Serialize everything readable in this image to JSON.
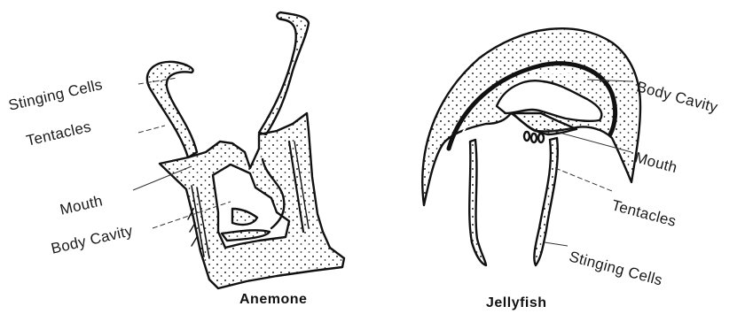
{
  "anemone": {
    "caption": "Anemone",
    "labels": {
      "stinging_cells": "Stinging Cells",
      "tentacles": "Tentacles",
      "mouth": "Mouth",
      "body_cavity": "Body Cavity"
    }
  },
  "jellyfish": {
    "caption": "Jellyfish",
    "labels": {
      "body_cavity": "Body Cavity",
      "mouth": "Mouth",
      "tentacles": "Tentacles",
      "stinging_cells": "Stinging Cells"
    }
  }
}
